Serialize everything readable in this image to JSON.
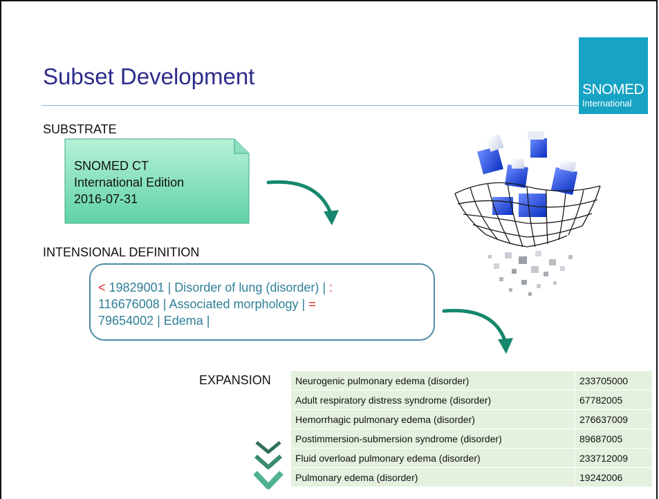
{
  "header": {
    "title": "Subset Development",
    "logo": {
      "line1": "SNOMED",
      "line2": "International",
      "color": "#17a3c4"
    }
  },
  "substrate": {
    "label": "SUBSTRATE",
    "note_lines": [
      "SNOMED CT",
      "International Edition",
      "2016-07-31"
    ]
  },
  "definition": {
    "label": "INTENSIONAL DEFINITION",
    "op1": "<",
    "part1": " 19829001 | Disorder of lung (disorder) | ",
    "op2": ":",
    "part2": "116676008 | Associated morphology | ",
    "op3": "=",
    "part3": "79654002 | Edema |"
  },
  "expansion": {
    "label": "EXPANSION",
    "rows": [
      {
        "name": "Neurogenic pulmonary edema (disorder)",
        "code": "233705000"
      },
      {
        "name": "Adult respiratory distress syndrome (disorder)",
        "code": "67782005"
      },
      {
        "name": "Hemorrhagic pulmonary edema (disorder)",
        "code": "276637009"
      },
      {
        "name": "Postimmersion-submersion syndrome (disorder)",
        "code": "89687005"
      },
      {
        "name": "Fluid overload pulmonary edema (disorder)",
        "code": "233712009"
      },
      {
        "name": "Pulmonary edema (disorder)",
        "code": "19242006"
      }
    ]
  },
  "icons": [
    "curved-arrow-icon",
    "chevron-down-icon",
    "cube-net-illustration"
  ],
  "colors": {
    "title": "#2b2b8c",
    "definition_text": "#2f7f97",
    "operator": "#e0252b",
    "arrow": "#16876c",
    "table_fill": "#e4f1de"
  }
}
